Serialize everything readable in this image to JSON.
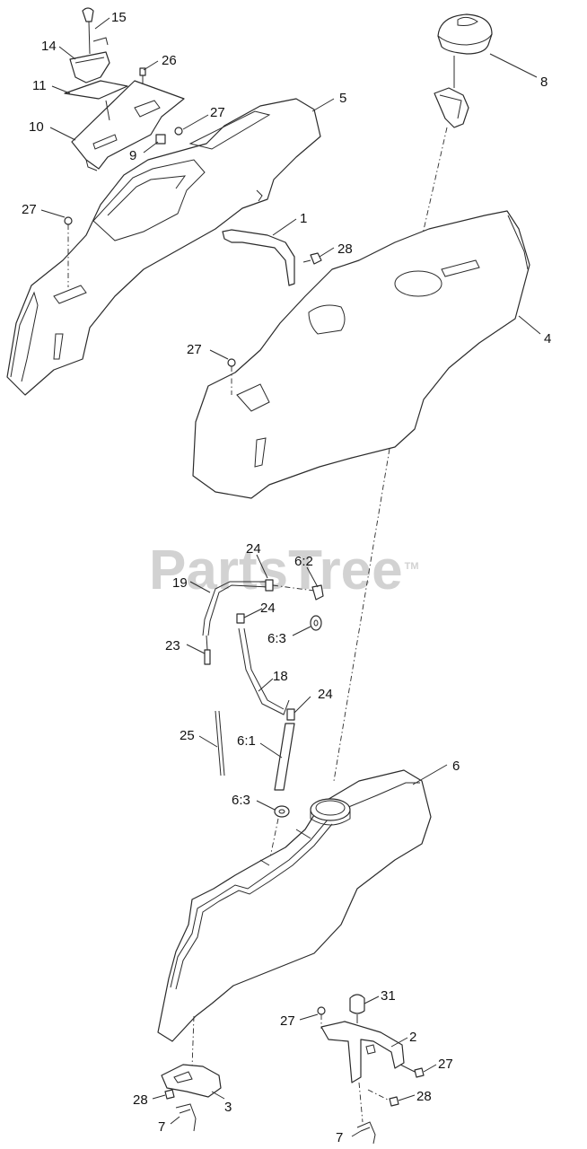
{
  "watermark": {
    "text": "PartsTree",
    "trademark": "TM"
  },
  "callouts": [
    {
      "id": "c15",
      "label": "15"
    },
    {
      "id": "c14",
      "label": "14"
    },
    {
      "id": "c26",
      "label": "26"
    },
    {
      "id": "c11",
      "label": "11"
    },
    {
      "id": "c10",
      "label": "10"
    },
    {
      "id": "c27a",
      "label": "27"
    },
    {
      "id": "c9",
      "label": "9"
    },
    {
      "id": "c5",
      "label": "5"
    },
    {
      "id": "c8",
      "label": "8"
    },
    {
      "id": "c27b",
      "label": "27"
    },
    {
      "id": "c1",
      "label": "1"
    },
    {
      "id": "c28a",
      "label": "28"
    },
    {
      "id": "c4",
      "label": "4"
    },
    {
      "id": "c27c",
      "label": "27"
    },
    {
      "id": "c24a",
      "label": "24"
    },
    {
      "id": "c62",
      "label": "6:2"
    },
    {
      "id": "c19",
      "label": "19"
    },
    {
      "id": "c24b",
      "label": "24"
    },
    {
      "id": "c63a",
      "label": "6:3"
    },
    {
      "id": "c23",
      "label": "23"
    },
    {
      "id": "c18",
      "label": "18"
    },
    {
      "id": "c24c",
      "label": "24"
    },
    {
      "id": "c25",
      "label": "25"
    },
    {
      "id": "c61",
      "label": "6:1"
    },
    {
      "id": "c6",
      "label": "6"
    },
    {
      "id": "c63b",
      "label": "6:3"
    },
    {
      "id": "c31",
      "label": "31"
    },
    {
      "id": "c27d",
      "label": "27"
    },
    {
      "id": "c2",
      "label": "2"
    },
    {
      "id": "c27e",
      "label": "27"
    },
    {
      "id": "c28b",
      "label": "28"
    },
    {
      "id": "c28c",
      "label": "28"
    },
    {
      "id": "c3",
      "label": "3"
    },
    {
      "id": "c7a",
      "label": "7"
    },
    {
      "id": "c7b",
      "label": "7"
    }
  ]
}
